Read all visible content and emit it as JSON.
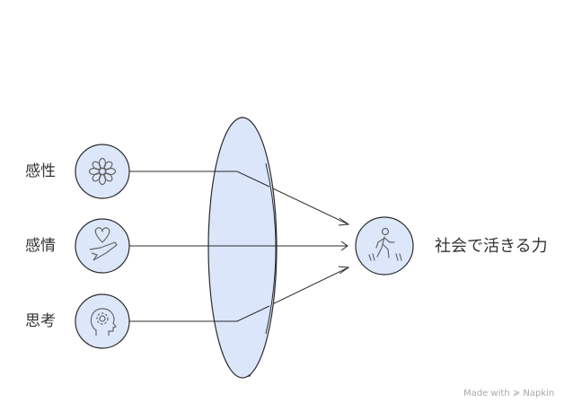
{
  "inputs": [
    {
      "label": "感性",
      "icon": "flower-icon"
    },
    {
      "label": "感情",
      "icon": "heart-hand-icon"
    },
    {
      "label": "思考",
      "icon": "head-gear-icon"
    }
  ],
  "output": {
    "label": "社会で活きる力",
    "icon": "walking-person-icon"
  },
  "lens": {
    "icon": "lens-shape"
  },
  "colors": {
    "stroke": "#2b2b2b",
    "circle_fill": "#dde7fa",
    "lens_fill": "#dbe6fb",
    "icon_stroke": "#666666"
  },
  "watermark": "Made with ≽ Napkin"
}
